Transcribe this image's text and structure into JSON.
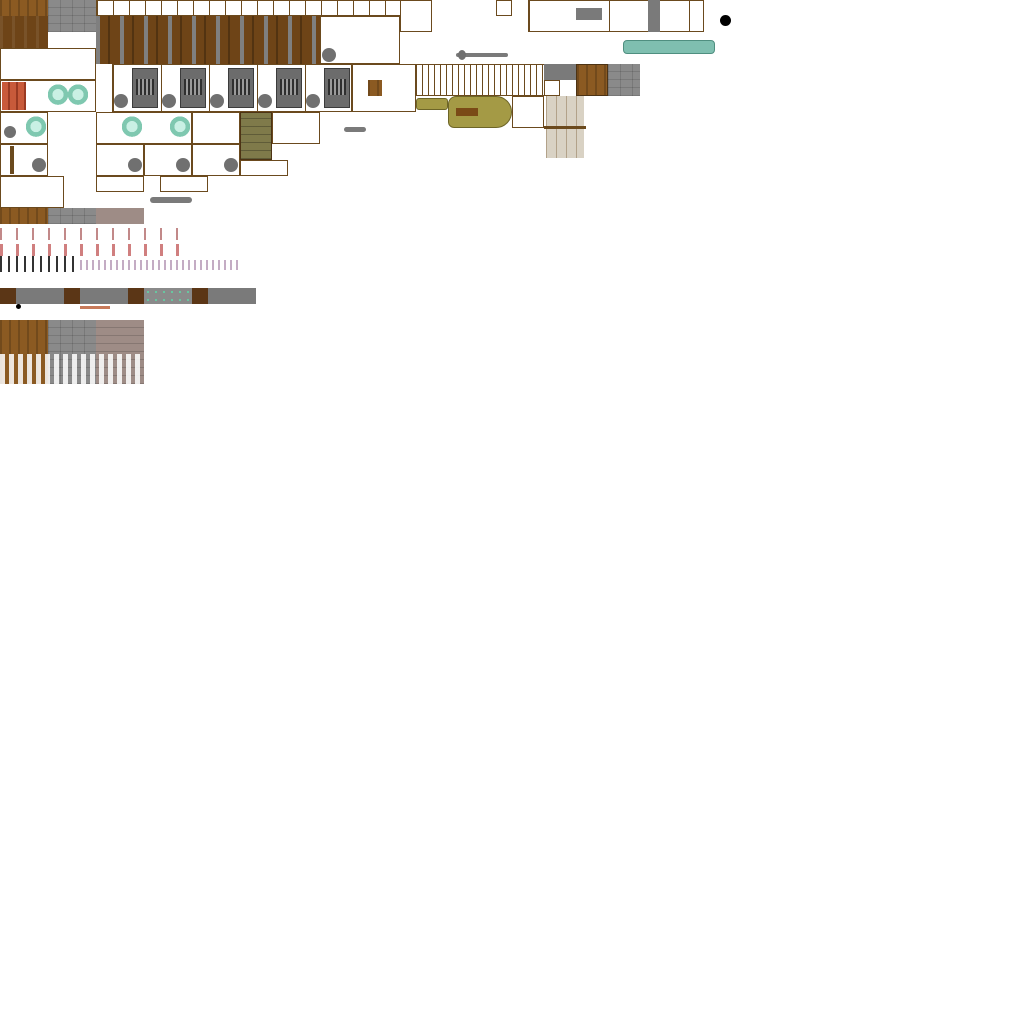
{
  "sheet": {
    "background": "#ffffff",
    "border_color": "#6b4a1e",
    "accent_colors": {
      "wood": "#8b5a22",
      "stone": "#8a8a8a",
      "crystal": "#7fc8b0",
      "teal_tube": "#7fbfb0",
      "olive_hull": "#a49a45",
      "marker": "#000000"
    }
  },
  "sprite_icons": [
    "wood-plank-tile",
    "stone-tile",
    "furniture-strip-tile",
    "factory-wall-tile",
    "boiler-machine-icon",
    "crystal-reactor-icon",
    "pipe-valve-icon",
    "airship-hull-icon",
    "teal-tube-icon",
    "crane-rail-icon",
    "ore-block-icon",
    "marker-dot-icon"
  ]
}
